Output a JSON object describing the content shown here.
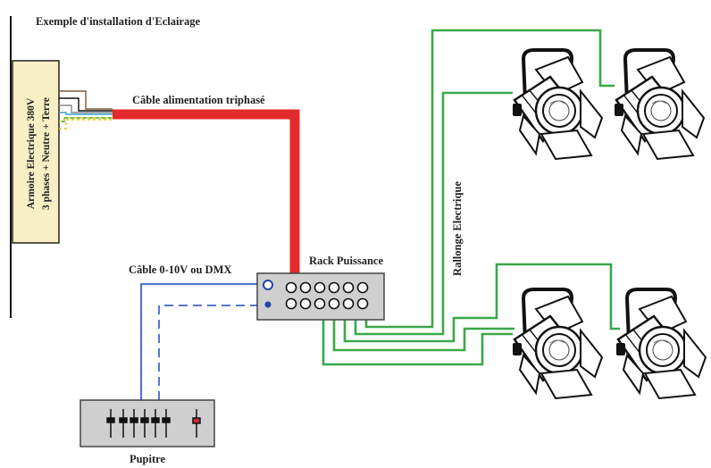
{
  "title": "Exemple d'installation d'Eclairage",
  "armoire": {
    "line1": "Armoire Electrique 380V",
    "line2": "3 phases + Neutre + Terre"
  },
  "labels": {
    "power_cable": "Câble alimentation triphasé",
    "control_cable": "Câble 0-10V ou DMX",
    "rack": "Rack Puissance",
    "extension": "Rallonge Electrique",
    "console": "Pupitre"
  },
  "colors": {
    "power_cable": "#e32a2a",
    "control_cable": "#5577cc",
    "extension": "#3aa84a",
    "armoire_fill": "#f8efc4",
    "device_fill": "#cfcfcf",
    "fader_cap": "#c0303a"
  },
  "icons": [
    "spotlight-icon",
    "fader-icon"
  ]
}
